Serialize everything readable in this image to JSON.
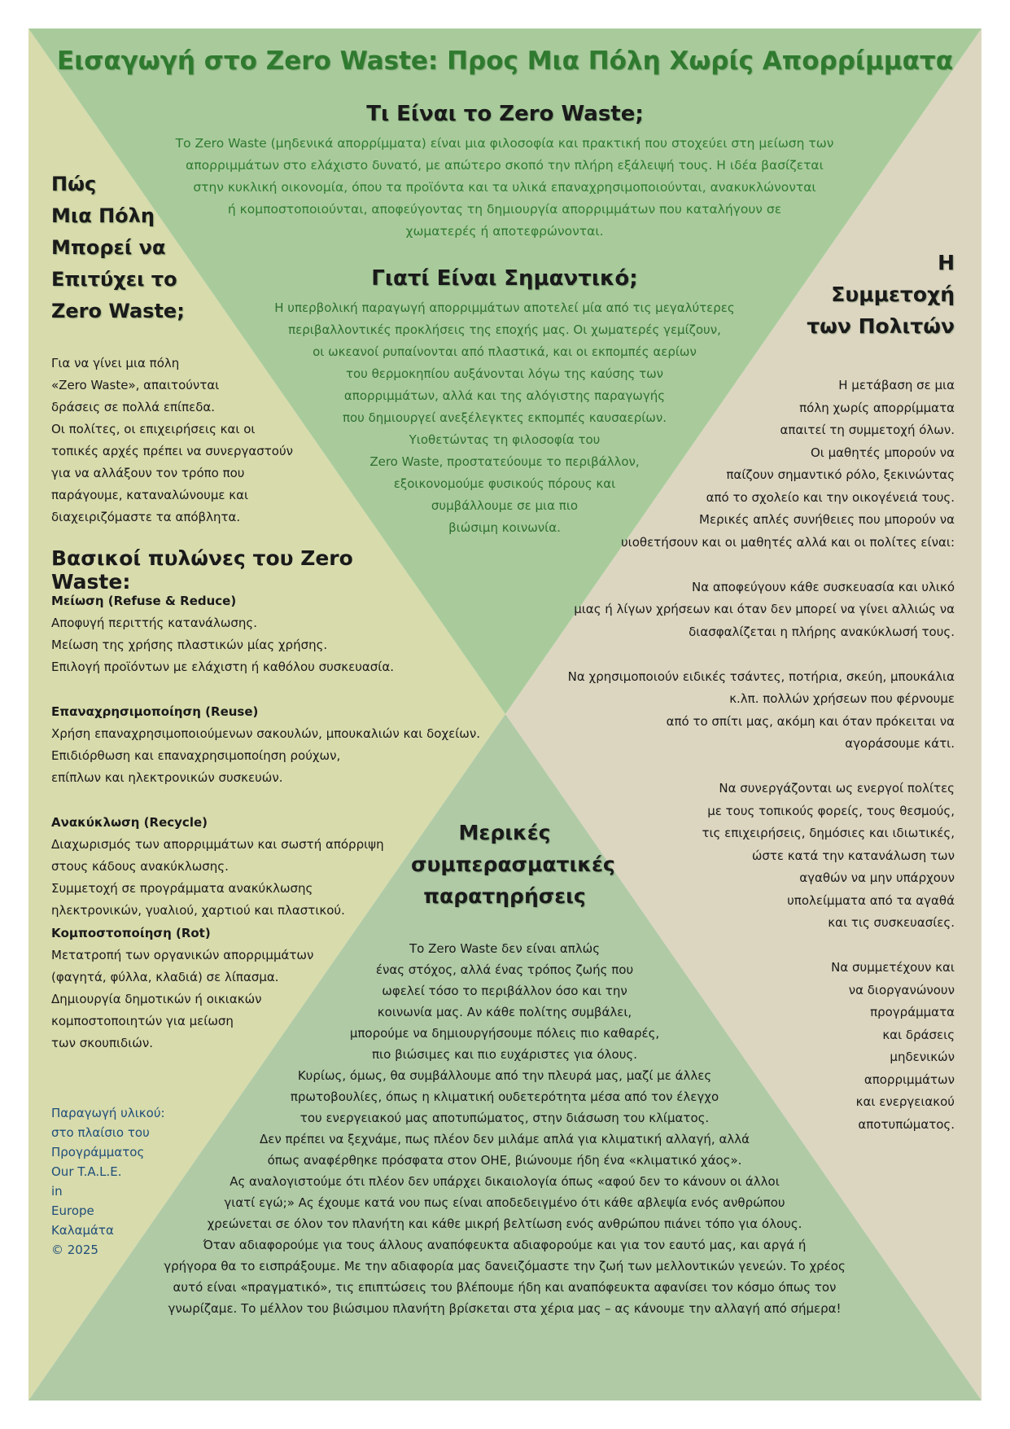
{
  "title": "Εισαγωγή στο Zero Waste: Προς Μια Πόλη Χωρίς Απορρίμματα",
  "colors": {
    "top_triangle": "#a9cb9c",
    "bottom_triangle": "#b0caa6",
    "left_triangle": "#d8dbac",
    "right_triangle": "#dcd6c0"
  },
  "what": {
    "heading": "Τι Είναι το Zero Waste;",
    "body": "Το Zero Waste (μηδενικά απορρίμματα) είναι μια φιλοσοφία και πρακτική που στοχεύει στη μείωση των\nαπορριμμάτων στο ελάχιστο δυνατό, με απώτερο σκοπό την πλήρη εξάλειψή τους. Η ιδέα βασίζεται\nστην κυκλική οικονομία, όπου τα προϊόντα και τα υλικά επαναχρησιμοποιούνται, ανακυκλώνονται\nή κομποστοποιούνται, αποφεύγοντας τη δημιουργία απορριμμάτων που καταλήγουν σε\nχωματερές ή αποτεφρώνονται."
  },
  "why": {
    "heading": "Γιατί Είναι Σημαντικό;",
    "body": "Η υπερβολική παραγωγή απορριμμάτων αποτελεί μία από τις μεγαλύτερες\nπεριβαλλοντικές προκλήσεις της εποχής μας. Οι χωματερές γεμίζουν,\nοι ωκεανοί ρυπαίνονται από πλαστικά, και οι εκπομπές αερίων\nτου θερμοκηπίου αυξάνονται λόγω της καύσης των\nαπορριμμάτων, αλλά και της αλόγιστης παραγωγής\nπου δημιουργεί ανεξέλεγκτες εκπομπές καυσαερίων.\nΥιοθετώντας τη φιλοσοφία του\nZero Waste, προστατεύουμε το περιβάλλον,\nεξοικονομούμε φυσικούς πόρους και\nσυμβάλλουμε σε μια πιο\nβιώσιμη κοινωνία."
  },
  "how": {
    "heading": "Πώς\nΜια Πόλη\nΜπορεί να\nΕπιτύχει το\nZero Waste;",
    "body": "Για να γίνει μια πόλη\n«Zero Waste», απαιτούνται\nδράσεις σε πολλά επίπεδα.\nΟι πολίτες, οι επιχειρήσεις και οι\nτοπικές αρχές πρέπει να συνεργαστούν\nγια να αλλάξουν τον τρόπο που\nπαράγουμε, καταναλώνουμε και\nδιαχειριζόμαστε τα απόβλητα."
  },
  "pillars": {
    "heading": "Βασικοί πυλώνες του Zero Waste:",
    "items": [
      {
        "title": "Μείωση (Refuse & Reduce)",
        "text": "Αποφυγή περιττής κατανάλωσης.\nΜείωση της χρήσης πλαστικών μίας χρήσης.\nΕπιλογή προϊόντων με ελάχιστη ή καθόλου συσκευασία."
      },
      {
        "title": "Επαναχρησιμοποίηση (Reuse)",
        "text": "Χρήση επαναχρησιμοποιούμενων σακουλών, μπουκαλιών και δοχείων.\nΕπιδιόρθωση και επαναχρησιμοποίηση ρούχων,\nεπίπλων και ηλεκτρονικών συσκευών."
      },
      {
        "title": "Ανακύκλωση (Recycle)",
        "text": "Διαχωρισμός των απορριμμάτων και σωστή απόρριψη\nστους κάδους ανακύκλωσης.\nΣυμμετοχή σε προγράμματα ανακύκλωσης\nηλεκτρονικών, γυαλιού, χαρτιού και πλαστικού."
      },
      {
        "title": "Κομποστοποίηση (Rot)",
        "text": "Μετατροπή των οργανικών απορριμμάτων\n(φαγητά, φύλλα, κλαδιά) σε λίπασμα.\nΔημιουργία δημοτικών ή οικιακών\nκομποστοποιητών για μείωση\nτων σκουπιδιών."
      }
    ]
  },
  "credits": "Παραγωγή υλικού:\nστο πλαίσιο του\nΠρογράμματος\nOur T.A.L.E.\nin\nEurope\nΚαλαμάτα\n© 2025",
  "participation": {
    "heading": "Η\nΣυμμετοχή\nτων Πολιτών",
    "body": "Η μετάβαση σε μια\nπόλη χωρίς απορρίμματα\nαπαιτεί τη συμμετοχή όλων.\nΟι μαθητές μπορούν να\nπαίζουν σημαντικό ρόλο, ξεκινώντας\nαπό το σχολείο και την οικογένειά τους.\nΜερικές απλές συνήθειες που μπορούν να\nυιοθετήσουν και οι μαθητές αλλά και οι πολίτες είναι:\n\nΝα αποφεύγουν κάθε συσκευασία και υλικό\nμιας ή λίγων χρήσεων και όταν δεν μπορεί να γίνει αλλιώς να\nδιασφαλίζεται η πλήρης ανακύκλωσή τους.\n\nΝα χρησιμοποιούν ειδικές τσάντες, ποτήρια, σκεύη, μπουκάλια\nκ.λπ. πολλών χρήσεων που φέρνουμε\nαπό το σπίτι μας, ακόμη και όταν πρόκειται να\nαγοράσουμε κάτι.\n\nΝα συνεργάζονται ως ενεργοί πολίτες\nμε τους τοπικούς φορείς, τους θεσμούς,\nτις επιχειρήσεις, δημόσιες και ιδιωτικές,\nώστε κατά την κατανάλωση των\nαγαθών να μην υπάρχουν\nυπολείμματα από τα αγαθά\nκαι τις συσκευασίες.\n\nΝα συμμετέχουν και\nνα διοργανώνουν\nπρογράμματα\nκαι δράσεις\nμηδενικών\nαπορριμμάτων\nκαι ενεργειακού\nαποτυπώματος."
  },
  "conclusions": {
    "heading": "Μερικές\nσυμπερασματικές\nπαρατηρήσεις",
    "body": "Το Zero Waste δεν είναι απλώς\nένας στόχος, αλλά ένας τρόπος ζωής που\nωφελεί τόσο το περιβάλλον όσο και την\nκοινωνία μας. Αν κάθε πολίτης συμβάλει,\nμπορούμε να δημιουργήσουμε πόλεις πιο καθαρές,\nπιο βιώσιμες και πιο ευχάριστες για όλους.\nΚυρίως, όμως, θα συμβάλλουμε από την πλευρά μας, μαζί με άλλες\nπρωτοβουλίες, όπως η κλιματική ουδετερότητα μέσα από τον έλεγχο\nτου ενεργειακού μας αποτυπώματος, στην διάσωση του κλίματος.\nΔεν πρέπει να ξεχνάμε, πως πλέον δεν μιλάμε απλά για κλιματική αλλαγή, αλλά\nόπως αναφέρθηκε πρόσφατα στον ΟΗΕ, βιώνουμε ήδη ένα «κλιματικό χάος».\nΑς αναλογιστούμε ότι πλέον δεν υπάρχει δικαιολογία όπως «αφού δεν το κάνουν οι άλλοι\nγιατί εγώ;» Ας έχουμε κατά νου πως είναι αποδεδειγμένο ότι κάθε αβλεψία ενός ανθρώπου\nχρεώνεται σε όλον τον πλανήτη και κάθε μικρή βελτίωση ενός ανθρώπου πιάνει τόπο για όλους.\nΌταν αδιαφορούμε για τους άλλους αναπόφευκτα αδιαφορούμε και για τον εαυτό μας, και αργά ή\nγρήγορα θα το εισπράξουμε. Με την αδιαφορία μας δανειζόμαστε την ζωή των μελλοντικών γενεών. Το χρέος\nαυτό είναι «πραγματικό», τις επιπτώσεις του βλέπουμε ήδη και αναπόφευκτα αφανίσει τον κόσμο όπως τον\nγνωρίζαμε. Το μέλλον του βιώσιμου πλανήτη βρίσκεται στα χέρια μας – ας κάνουμε την αλλαγή από σήμερα!"
  }
}
